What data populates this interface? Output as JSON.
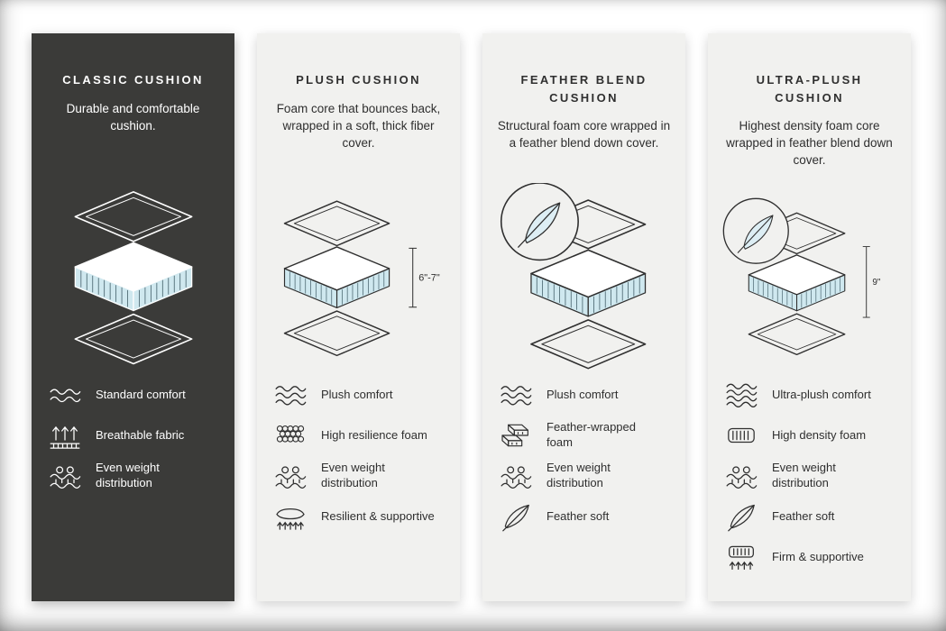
{
  "columns": [
    {
      "title": "CLASSIC CUSHION",
      "description": "Durable and comfortable cushion.",
      "features": [
        {
          "icon": "wave-icon",
          "label": "Standard comfort"
        },
        {
          "icon": "breathable-icon",
          "label": "Breathable fabric"
        },
        {
          "icon": "weight-distribution-icon",
          "label": "Even weight distribution"
        }
      ]
    },
    {
      "title": "PLUSH CUSHION",
      "description": "Foam core that bounces back, wrapped in a soft, thick fiber cover.",
      "dimension": "6\"-7\"",
      "features": [
        {
          "icon": "wave-icon",
          "label": "Plush comfort"
        },
        {
          "icon": "bubbles-icon",
          "label": "High resilience foam"
        },
        {
          "icon": "weight-distribution-icon",
          "label": "Even weight distribution"
        },
        {
          "icon": "spring-icon",
          "label": "Resilient & supportive"
        }
      ]
    },
    {
      "title": "FEATHER BLEND CUSHION",
      "description": "Structural foam core wrapped in a feather blend down cover.",
      "features": [
        {
          "icon": "wave-icon",
          "label": "Plush comfort"
        },
        {
          "icon": "bricks-icon",
          "label": "Feather-wrapped foam"
        },
        {
          "icon": "weight-distribution-icon",
          "label": "Even weight distribution"
        },
        {
          "icon": "feather-icon",
          "label": "Feather soft"
        }
      ]
    },
    {
      "title": "ULTRA-PLUSH CUSHION",
      "description": "Highest density foam core wrapped in feather blend down cover.",
      "dimension": "9\"",
      "features": [
        {
          "icon": "wave-icon",
          "label": "Ultra-plush comfort"
        },
        {
          "icon": "density-icon",
          "label": "High density foam"
        },
        {
          "icon": "weight-distribution-icon",
          "label": "Even weight distribution"
        },
        {
          "icon": "feather-icon",
          "label": "Feather soft"
        },
        {
          "icon": "firm-icon",
          "label": "Firm & supportive"
        }
      ]
    }
  ],
  "colors": {
    "dark_panel": "#3b3b39",
    "light_panel": "#f1f1ef",
    "foam_fill": "#cfe8ef",
    "stroke": "#2f2f2f"
  }
}
